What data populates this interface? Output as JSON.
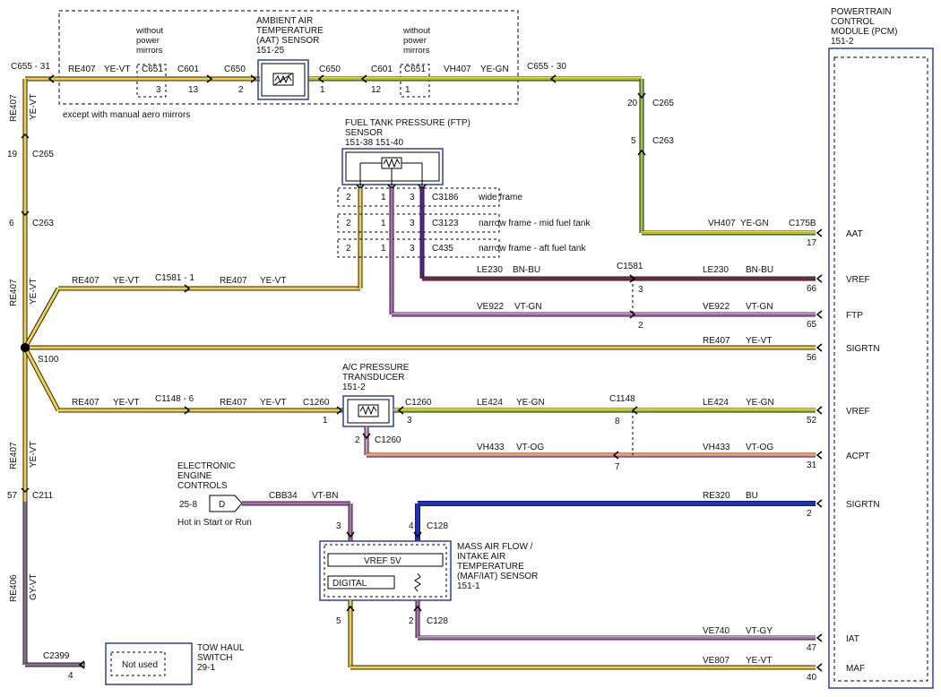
{
  "pcm": {
    "title_lines": [
      "POWERTRAIN",
      "CONTROL",
      "MODULE (PCM)",
      "151-2"
    ],
    "connector": "C175B",
    "pins": [
      {
        "num": "17",
        "name": "AAT"
      },
      {
        "num": "66",
        "name": "VREF"
      },
      {
        "num": "65",
        "name": "FTP"
      },
      {
        "num": "56",
        "name": "SIGRTN"
      },
      {
        "num": "52",
        "name": "VREF"
      },
      {
        "num": "31",
        "name": "ACPT"
      },
      {
        "num": "2",
        "name": "SIGRTN"
      },
      {
        "num": "47",
        "name": "IAT"
      },
      {
        "num": "40",
        "name": "MAF"
      }
    ]
  },
  "aat_sensor": {
    "title_lines": [
      "AMBIENT AIR",
      "TEMPERATURE",
      "(AAT) SENSOR",
      "151-25"
    ],
    "opt_left": [
      "without",
      "power",
      "mirrors"
    ],
    "opt_right": [
      "without",
      "power",
      "mirrors"
    ],
    "except_note": "except with manual aero mirrors",
    "labels": {
      "c655_31": "C655 - 31",
      "re407": "RE407",
      "ye_vt": "YE-VT",
      "c651": "C651",
      "c601": "C601",
      "c650": "C650",
      "c650b": "C650",
      "c601b": "C601",
      "c651b": "C651",
      "vh407": "VH407",
      "ye_gn": "YE-GN",
      "c655_30": "C655 - 30",
      "p3": "3",
      "p13": "13",
      "p2": "2",
      "p1": "1",
      "p12": "12",
      "p1b": "1"
    }
  },
  "left_trunk": {
    "re407_a": "RE407",
    "yevt_a": "YE-VT",
    "c265": "C265",
    "p19": "19",
    "c263": "C263",
    "p6": "6",
    "re407_b": "RE407",
    "yevt_b": "YE-VT",
    "s100": "S100",
    "re407_c": "RE407",
    "yevt_c": "YE-VT",
    "c211": "C211",
    "p57": "57",
    "re406": "RE406",
    "gyvt": "GY-VT",
    "c2399": "C2399",
    "p4": "4"
  },
  "right_aat_path": {
    "p20": "20",
    "c265": "C265",
    "p5": "5",
    "c263": "C263",
    "vh407": "VH407",
    "ye_gn": "YE-GN"
  },
  "ftp_sensor": {
    "title_lines": [
      "FUEL TANK PRESSURE (FTP)",
      "SENSOR"
    ],
    "refs": "151-38   151-40",
    "rows": [
      {
        "pins": [
          "2",
          "1",
          "3"
        ],
        "conn": "C3186",
        "note": "wide frame"
      },
      {
        "pins": [
          "2",
          "1",
          "3"
        ],
        "conn": "C3123",
        "note": "narrow frame - mid fuel tank"
      },
      {
        "pins": [
          "2",
          "1",
          "3"
        ],
        "conn": "C435",
        "note": "narrow frame - aft fuel tank"
      }
    ]
  },
  "wires": {
    "ftp_re407": "RE407",
    "ftp_yevt": "YE-VT",
    "c1581_1": "C1581 - 1",
    "ftp_re407b": "RE407",
    "ftp_yevtb": "YE-VT",
    "le230_a": "LE230",
    "bnbu_a": "BN-BU",
    "c1581": "C1581",
    "le230_b": "LE230",
    "bnbu_b": "BN-BU",
    "p3_c1581": "3",
    "ve922_a": "VE922",
    "vtgn_a": "VT-GN",
    "ve922_b": "VE922",
    "vtgn_b": "VT-GN",
    "p2_c1581": "2",
    "sig_re407": "RE407",
    "sig_yevt": "YE-VT",
    "ac_re407": "RE407",
    "ac_yevt": "YE-VT",
    "c1148_6": "C1148 - 6",
    "ac_re407b": "RE407",
    "ac_yevtb": "YE-VT",
    "c1260_l": "C1260",
    "p1_ac": "1",
    "c1260_r": "C1260",
    "p3_ac": "3",
    "le424_a": "LE424",
    "yegn_a": "YE-GN",
    "c1148": "C1148",
    "p8": "8",
    "le424_b": "LE424",
    "yegn_b": "YE-GN",
    "p2_ac": "2",
    "c1260_b": "C1260",
    "vh433_a": "VH433",
    "vtog_a": "VT-OG",
    "p7": "7",
    "vh433_b": "VH433",
    "vtog_b": "VT-OG",
    "re320": "RE320",
    "bu": "BU",
    "cbb34": "CBB34",
    "vtbn": "VT-BN",
    "ve740": "VE740",
    "vtgy": "VT-GY",
    "ve807": "VE807",
    "yevt_maf": "YE-VT"
  },
  "ac_sensor": {
    "title_lines": [
      "A/C PRESSURE",
      "TRANSDUCER",
      "151-2"
    ]
  },
  "eec": {
    "title_lines": [
      "ELECTRONIC",
      "ENGINE",
      "CONTROLS"
    ],
    "ref": "25-8",
    "box": "D",
    "note": "Hot in Start or Run"
  },
  "maf_sensor": {
    "title_lines": [
      "MASS AIR FLOW /",
      "INTAKE AIR",
      "TEMPERATURE",
      "(MAF/IAT) SENSOR",
      "151-1"
    ],
    "vref": "VREF 5V",
    "digital": "DIGITAL",
    "p3": "3",
    "p4": "4",
    "c128_a": "C128",
    "p5": "5",
    "p2": "2",
    "c128_b": "C128"
  },
  "tow": {
    "title_lines": [
      "TOW HAUL",
      "SWITCH",
      "29-1"
    ],
    "box": "Not used"
  },
  "colors": {
    "yellow": "#f3d23b",
    "green": "#9ecb3c",
    "brown": "#7a2a40",
    "violet": "#b46ab8",
    "pink": "#e08fc3",
    "blue": "#1a2fd0",
    "grayviolet": "#8a6f8f",
    "sensor_blue": "#2f3fa8"
  }
}
